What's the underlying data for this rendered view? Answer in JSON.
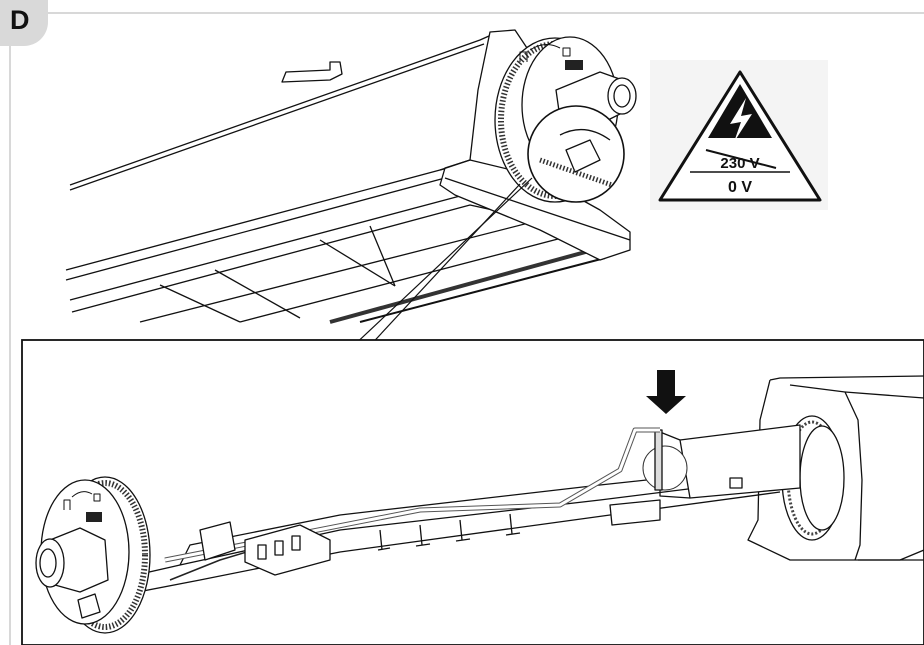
{
  "step": {
    "letter": "D"
  },
  "warning": {
    "old_voltage": "230 V",
    "new_voltage": "0 V",
    "icon": "high-voltage-warning-icon"
  },
  "colors": {
    "line": "#111111",
    "badge": "#d9d9d9",
    "frame": "#cccccc"
  }
}
